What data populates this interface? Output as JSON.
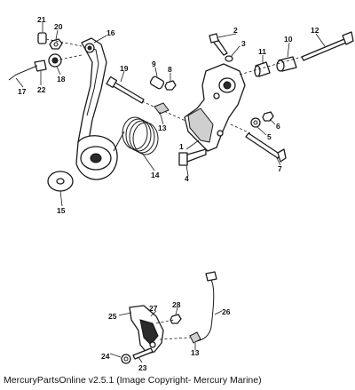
{
  "footer": "MercuryPartsOnline v2.5.1 (Image Copyright- Mercury Marine)",
  "callouts": {
    "c1": "1",
    "c2": "2",
    "c3": "3",
    "c4": "4",
    "c5": "5",
    "c6": "6",
    "c7": "7",
    "c8": "8",
    "c9": "9",
    "c10": "10",
    "c11": "11",
    "c12": "12",
    "c13": "13",
    "c14": "14",
    "c15": "15",
    "c16": "16",
    "c17": "17",
    "c18": "18",
    "c19": "19",
    "c20": "20",
    "c21": "21",
    "c22": "22",
    "c23": "23",
    "c24": "24",
    "c25": "25",
    "c26": "26",
    "c27": "27",
    "c28": "28",
    "c13b": "13"
  }
}
